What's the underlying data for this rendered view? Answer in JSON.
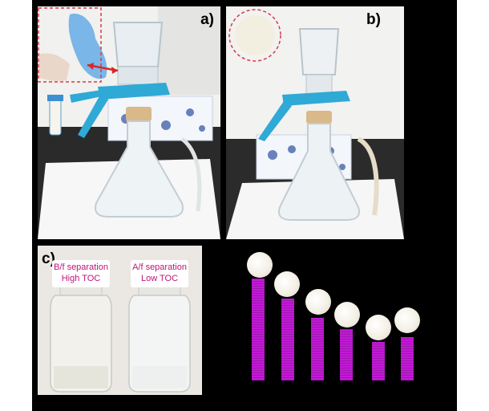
{
  "panels": {
    "a": {
      "label": "a)"
    },
    "b": {
      "label": "b)"
    },
    "c": {
      "label": "c)"
    }
  },
  "bottles": [
    {
      "line1": "B/f separation",
      "line2": "High TOC"
    },
    {
      "line1": "A/f separation",
      "line2": "Low TOC"
    }
  ],
  "disc_series": {
    "count": 6,
    "bar_levels": [
      1.0,
      0.77,
      0.6,
      0.5,
      0.37,
      0.41
    ],
    "bar_color": "#c21ad6"
  }
}
